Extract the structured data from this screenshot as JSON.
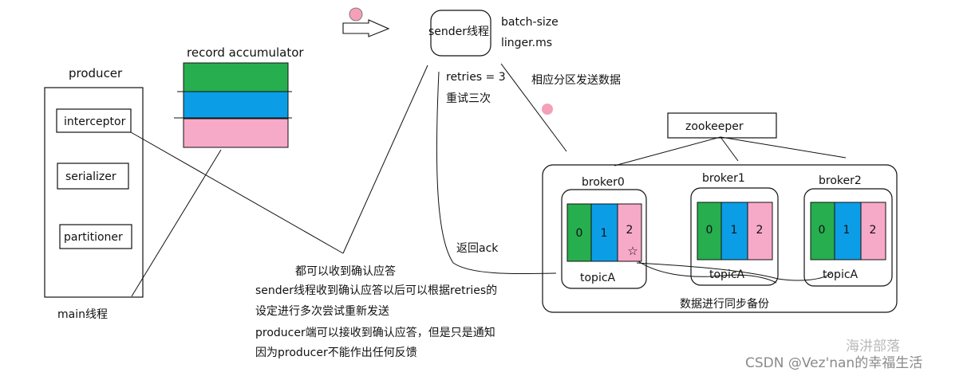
{
  "colors": {
    "green": "#27ae4f",
    "blue": "#0b9ee6",
    "pink": "#f7a9c8",
    "dot": "#f5a0b8",
    "line": "#111111"
  },
  "producer": {
    "label": "producer",
    "interceptor": "interceptor",
    "serializer": "serializer",
    "partitioner": "partitioner",
    "main_thread": "main线程"
  },
  "accumulator": {
    "label": "record accumulator"
  },
  "sender": {
    "label": "sender线程",
    "batch_size": "batch-size",
    "linger": "linger.ms",
    "retries": "retries = 3",
    "retry_note": "重试三次",
    "send_note": "相应分区发送数据",
    "ack_note": "返回ack"
  },
  "cluster": {
    "zookeeper": "zookeeper",
    "sync_note": "数据进行同步备份",
    "brokers": [
      {
        "name": "broker0",
        "partitions": [
          "0",
          "1",
          "2"
        ],
        "topic": "topicA",
        "star": "☆"
      },
      {
        "name": "broker1",
        "partitions": [
          "0",
          "1",
          "2"
        ],
        "topic": "topicA"
      },
      {
        "name": "broker2",
        "partitions": [
          "0",
          "1",
          "2"
        ],
        "topic": "topicA"
      }
    ]
  },
  "notes": [
    "都可以收到确认应答",
    "sender线程收到确认应答以后可以根据retries的",
    "设定进行多次尝试重新发送",
    "producer端可以接收到确认应答，但是只是通知",
    "因为producer不能作出任何反馈"
  ],
  "watermark": {
    "top": "海汫部落",
    "bottom": "CSDN @Vez'nan的幸福生活"
  }
}
